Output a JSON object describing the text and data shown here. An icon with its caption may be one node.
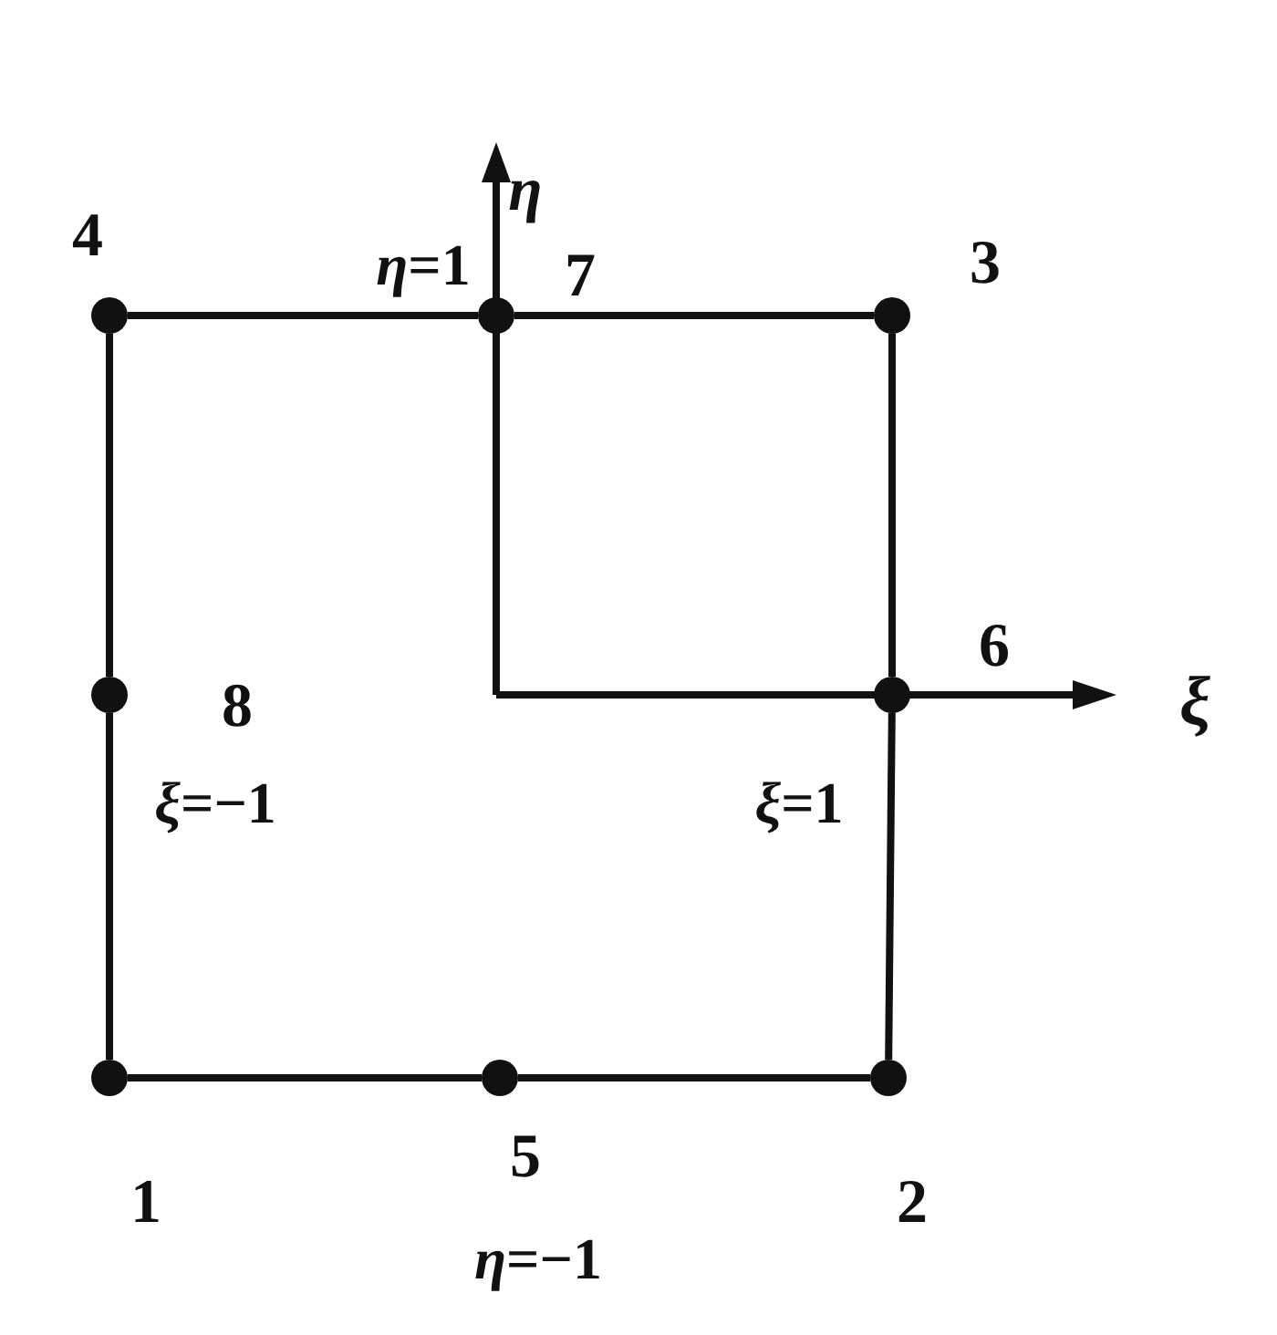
{
  "diagram": {
    "nodes": [
      {
        "text": [],
        "shape": "circle",
        "beside": [
          "4"
        ]
      },
      {
        "text": [],
        "shape": "circle",
        "beside": [
          "7"
        ]
      },
      {
        "text": [],
        "shape": "circle",
        "beside": [
          "3"
        ]
      },
      {
        "text": [],
        "shape": "circle",
        "beside": [
          "8"
        ]
      },
      {
        "text": [],
        "shape": "circle",
        "beside": [
          "6"
        ]
      },
      {
        "text": [],
        "shape": "circle",
        "beside": [
          "1"
        ]
      },
      {
        "text": [],
        "shape": "circle",
        "beside": [
          "5"
        ]
      },
      {
        "text": [],
        "shape": "circle",
        "beside": [
          "2"
        ]
      }
    ],
    "edges": [
      {
        "from": 5,
        "to": 6,
        "arrow": "none"
      },
      {
        "from": 6,
        "to": 7,
        "arrow": "none"
      },
      {
        "from": 7,
        "to": 4,
        "arrow": "none"
      },
      {
        "from": 4,
        "to": 2,
        "arrow": "none"
      },
      {
        "from": 2,
        "to": 1,
        "arrow": "none"
      },
      {
        "from": 1,
        "to": 0,
        "arrow": "none"
      },
      {
        "from": 0,
        "to": 3,
        "arrow": "none"
      },
      {
        "from": 3,
        "to": 5,
        "arrow": "none"
      }
    ],
    "labels": [
      "*η*",
      "*η*=1",
      "*ξ*",
      "*ξ*=−1",
      "*ξ*=1",
      "*η*=−1"
    ]
  }
}
